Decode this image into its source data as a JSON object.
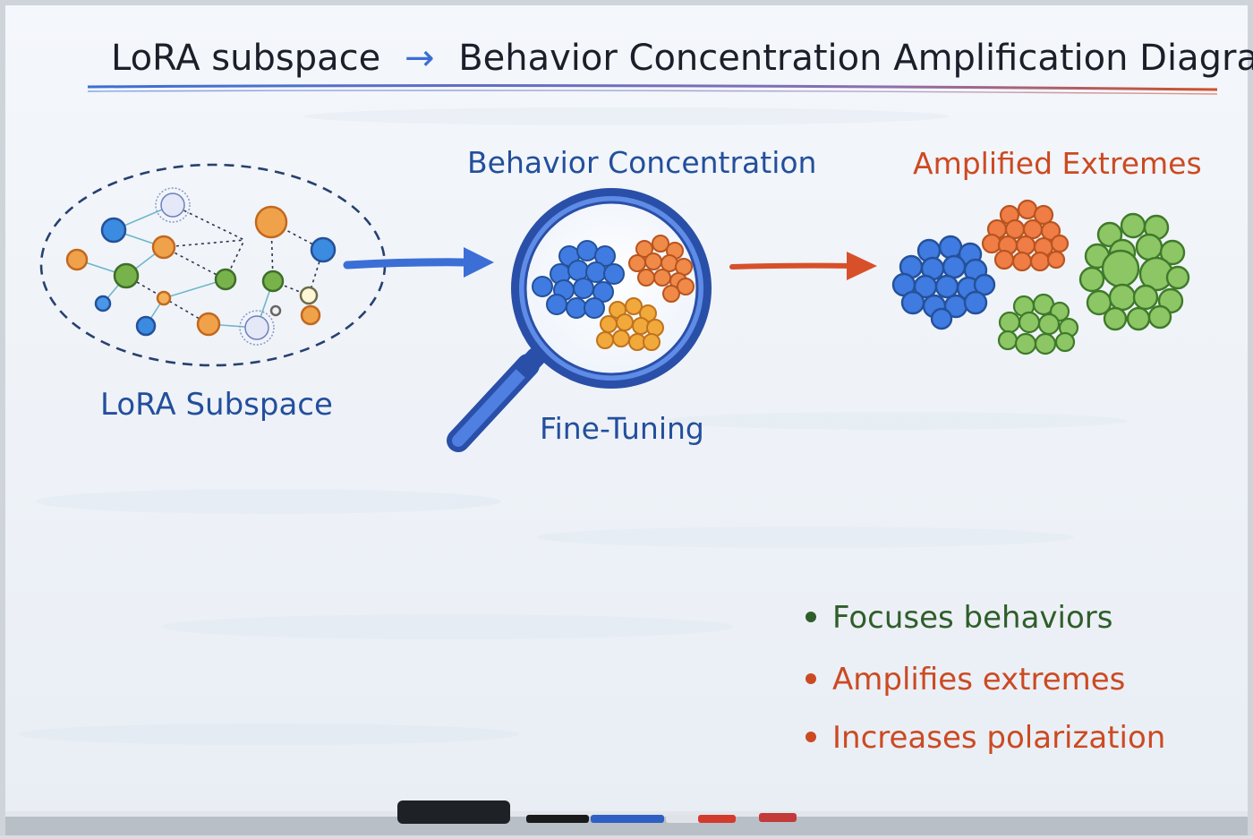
{
  "title": {
    "part1": "LoRA subspace",
    "arrow": "→",
    "part2": "Behavior Concentration Amplification Diagram"
  },
  "labels": {
    "lora_subspace": "LoRA Subspace",
    "behavior_concentration": "Behavior Concentration",
    "fine_tuning": "Fine-Tuning",
    "amplified_extremes": "Amplified Extremes"
  },
  "bullets": [
    {
      "text": "Focuses behaviors",
      "color": "#2f5e2a"
    },
    {
      "text": "Amplifies extremes",
      "color": "#cc4a22"
    },
    {
      "text": "Increases polarization",
      "color": "#cc4a22"
    }
  ],
  "colors": {
    "blue": "#3b6fd6",
    "orange": "#e8793f",
    "green": "#7cb35a",
    "yellow": "#f0a83a",
    "title_ink": "#1b1f2a",
    "blue_ink": "#234f9c",
    "red_ink": "#cc4a22"
  }
}
